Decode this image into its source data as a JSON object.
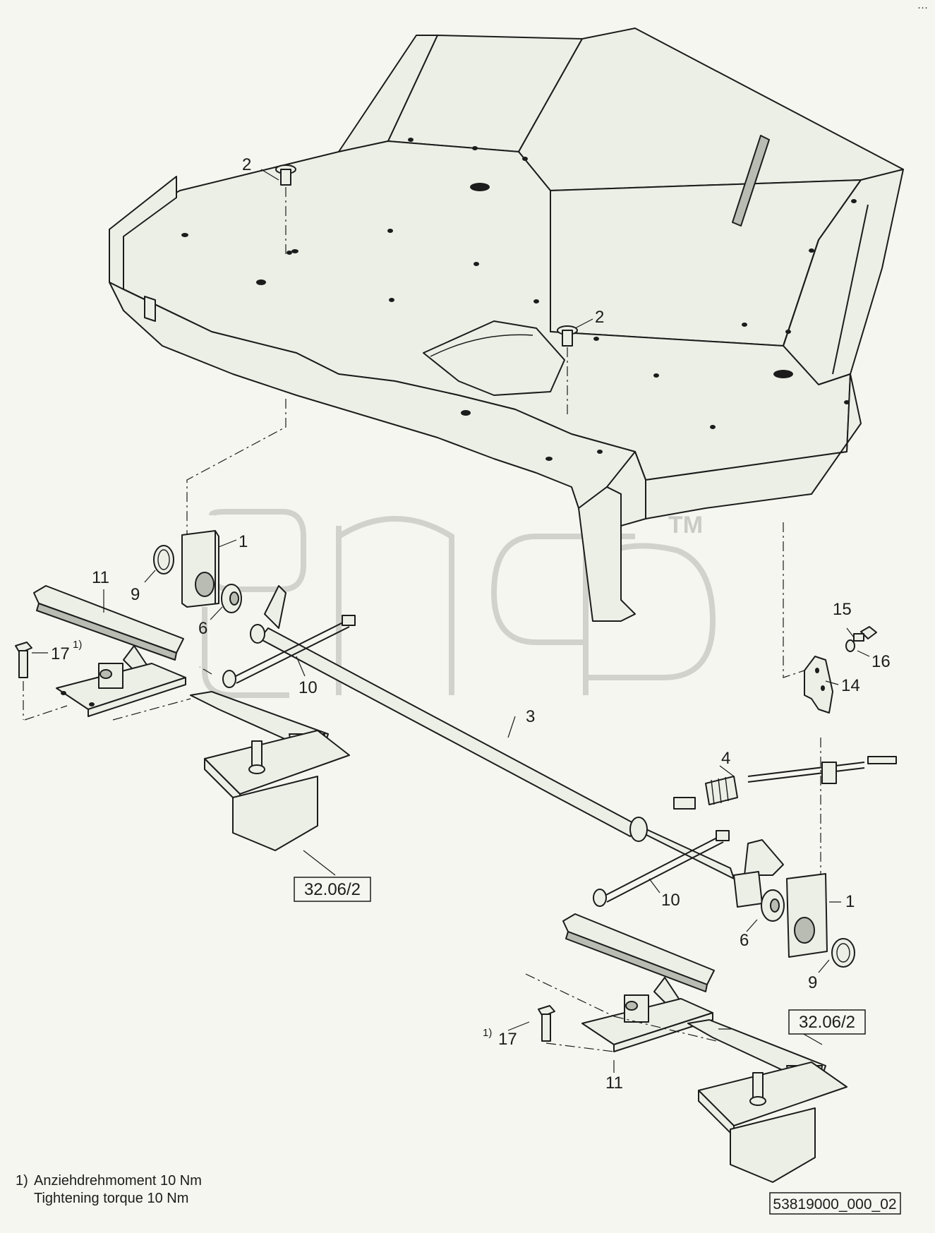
{
  "callouts": {
    "c1a": "1",
    "c1b": "1",
    "c2a": "2",
    "c2b": "2",
    "c3": "3",
    "c4": "4",
    "c6a": "6",
    "c6b": "6",
    "c9a": "9",
    "c9b": "9",
    "c10a": "10",
    "c10b": "10",
    "c11a": "11",
    "c11b": "11",
    "c14": "14",
    "c15": "15",
    "c16": "16",
    "c17a": "17",
    "c17b": "17",
    "sup_a": "1)",
    "sup_b": "1)"
  },
  "references": {
    "ref_left": "32.06/2",
    "ref_right": "32.06/2"
  },
  "watermark": {
    "mark": "TM"
  },
  "footnote": {
    "marker": "1)",
    "line_de": "Anziehdrehmoment 10 Nm",
    "line_en": "Tightening torque 10 Nm"
  },
  "drawing_code": "53819000_000_02",
  "corner_mark": "···"
}
